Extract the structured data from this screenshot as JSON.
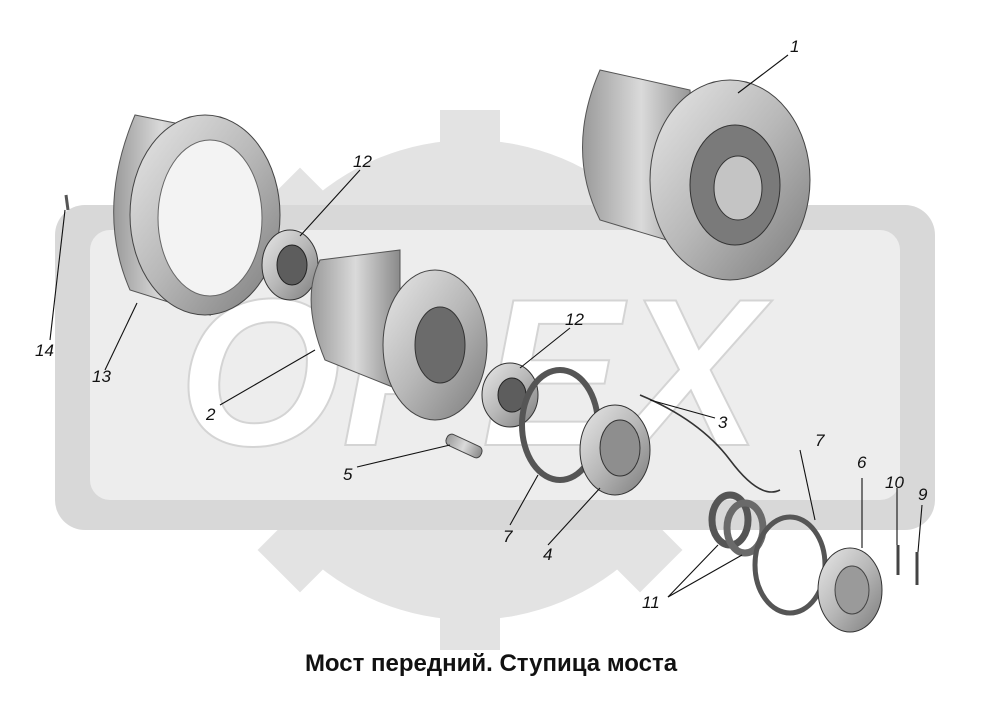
{
  "caption": "Мост передний. Ступица моста",
  "watermark": {
    "text": "OPEX"
  },
  "callouts": {
    "c1": "1",
    "c2": "2",
    "c3": "3",
    "c4": "4",
    "c5": "5",
    "c6": "6",
    "c7a": "7",
    "c7b": "7",
    "c9": "9",
    "c10": "10",
    "c11": "11",
    "c12a": "12",
    "c12b": "12",
    "c13": "13",
    "c14": "14"
  },
  "colors": {
    "part_fill": "#d0d0d0",
    "part_dark": "#8a8a8a",
    "watermark": "#dcdcdc"
  }
}
